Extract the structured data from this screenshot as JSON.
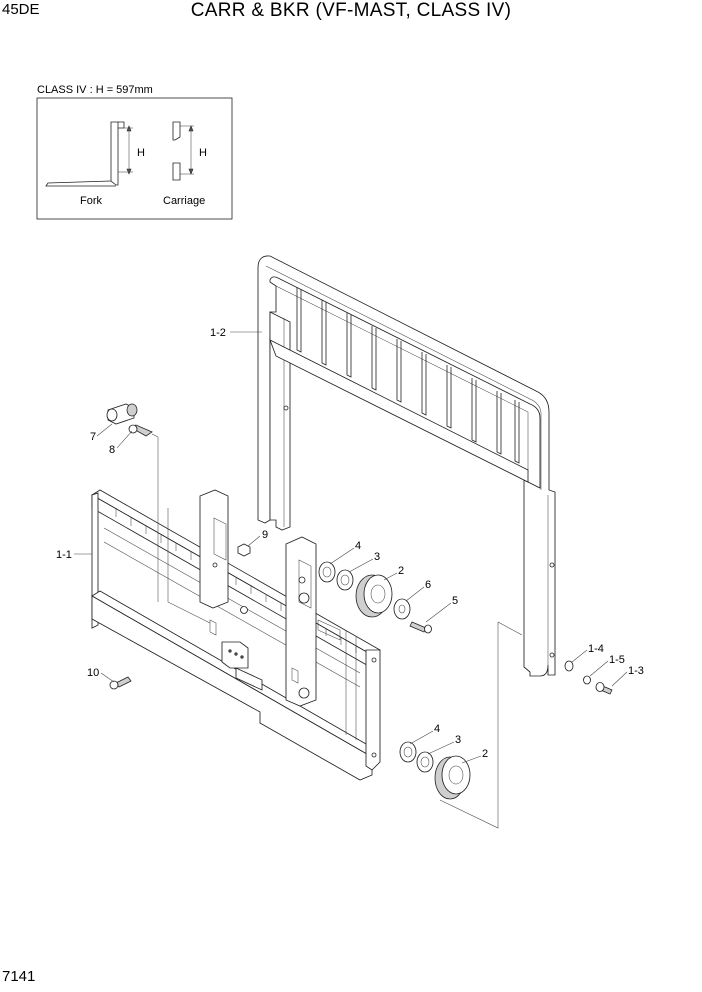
{
  "header": {
    "model": "45DE",
    "title": "CARR & BKR (VF-MAST, CLASS IV)"
  },
  "inset": {
    "caption": "CLASS IV : H = 597mm",
    "dim_fork": "H",
    "dim_carriage": "H",
    "label_fork": "Fork",
    "label_carriage": "Carriage"
  },
  "callouts": {
    "p1_2": "1-2",
    "p7": "7",
    "p8": "8",
    "p9": "9",
    "p1_1": "1-1",
    "p4a": "4",
    "p3a": "3",
    "p2a": "2",
    "p6": "6",
    "p5": "5",
    "p1_4": "1-4",
    "p1_5": "1-5",
    "p1_3": "1-3",
    "p10": "10",
    "p4b": "4",
    "p3b": "3",
    "p2b": "2"
  },
  "footer": {
    "page": "7141"
  }
}
